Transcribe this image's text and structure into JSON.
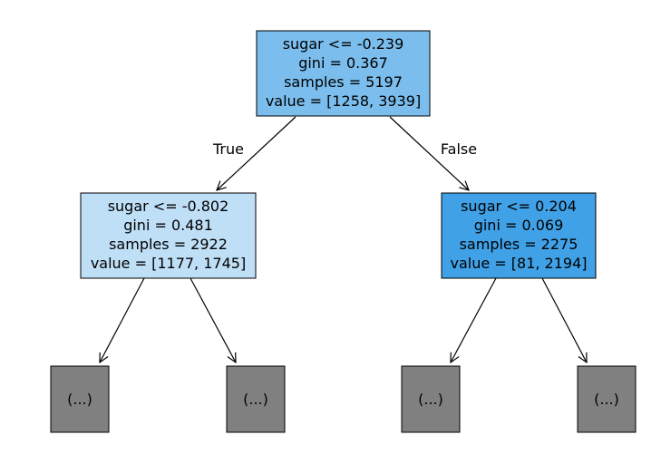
{
  "tree": {
    "root": {
      "lines": [
        "sugar <= -0.239",
        "gini = 0.367",
        "samples = 5197",
        "value = [1258, 3939]"
      ],
      "fill": "#7bbeee"
    },
    "left": {
      "lines": [
        "sugar <= -0.802",
        "gini = 0.481",
        "samples = 2922",
        "value = [1177, 1745]"
      ],
      "fill": "#bfdff7"
    },
    "right": {
      "lines": [
        "sugar <= 0.204",
        "gini = 0.069",
        "samples = 2275",
        "value = [81, 2194]"
      ],
      "fill": "#40a1e6"
    },
    "truncated_label": "(...)",
    "truncated_fill": "#808080",
    "edge_true_label": "True",
    "edge_false_label": "False"
  }
}
